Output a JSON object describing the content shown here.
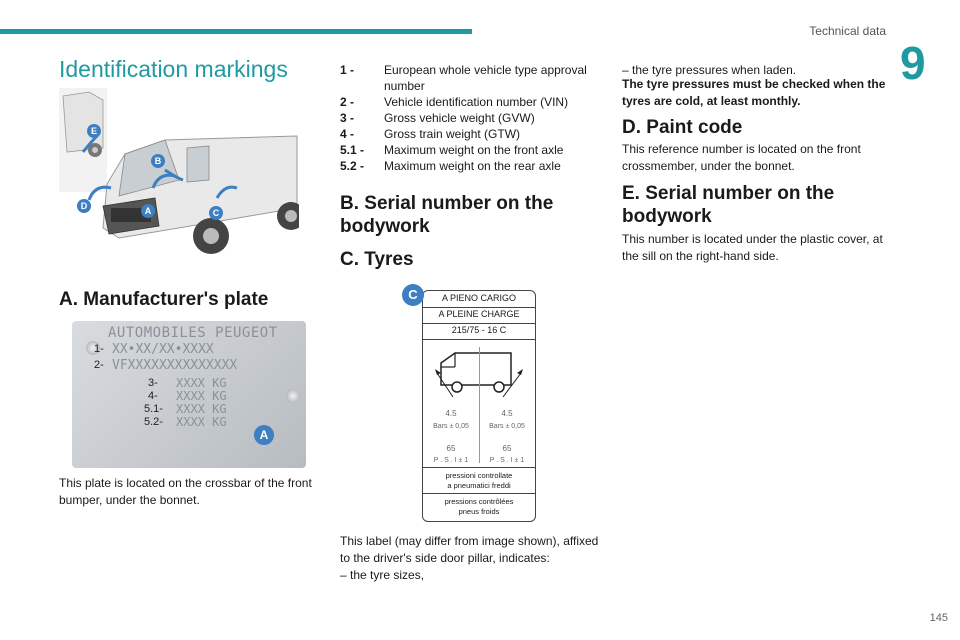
{
  "header": {
    "title": "Technical data",
    "chapter": "9",
    "page": "145"
  },
  "main_title": "Identification markings",
  "section_a": {
    "title": "A. Manufacturer's plate",
    "text": "This plate is located on the crossbar of the front bumper, under the bonnet."
  },
  "plate": {
    "brand": "AUTOMOBILES PEUGEOT",
    "rows": [
      {
        "num": "1-",
        "value": "XX•XX/XX•XXXX"
      },
      {
        "num": "2-",
        "value": "VFXXXXXXXXXXXXXX"
      },
      {
        "num": "3-",
        "value": "XXXX KG"
      },
      {
        "num": "4-",
        "value": "XXXX KG"
      },
      {
        "num": "5.1-",
        "value": "XXXX KG"
      },
      {
        "num": "5.2-",
        "value": "XXXX KG"
      }
    ],
    "badge": "A"
  },
  "van_badges": [
    "E",
    "B",
    "D",
    "A",
    "C"
  ],
  "list": [
    {
      "num": "1 -",
      "text": "European whole vehicle type approval number"
    },
    {
      "num": "2 -",
      "text": "Vehicle identification number (VIN)"
    },
    {
      "num": "3 -",
      "text": "Gross vehicle weight (GVW)"
    },
    {
      "num": "4 -",
      "text": "Gross train weight (GTW)"
    },
    {
      "num": "5.1 -",
      "text": "Maximum weight on the front axle"
    },
    {
      "num": "5.2 -",
      "text": "Maximum weight on the rear axle"
    }
  ],
  "section_b": {
    "title": "B. Serial number on the bodywork"
  },
  "section_c": {
    "title": "C. Tyres",
    "text": "This label (may differ from image shown), affixed to the driver's side door pillar, indicates:",
    "bullet1": "–  the tyre sizes,",
    "bullet2": "–  the tyre pressures when laden.",
    "warning": "The tyre pressures must be checked when the tyres are cold, at least monthly."
  },
  "tyre_label": {
    "badge": "C",
    "line1": "A  PIENO CARIGO",
    "line2": "A PLEINE  CHARGE",
    "size": "215/75  -  16 C",
    "bars_left_val": "4.5",
    "bars_right_val": "4.5",
    "bars_left": "Bars  ±  0,05",
    "bars_right": "Bars  ±  0,05",
    "psi_left_val": "65",
    "psi_right_val": "65",
    "psi_left": "P . S . I   ±  1",
    "psi_right": "P . S . I   ±  1",
    "it_note_1": "pressioni      controllate",
    "it_note_2": "a pneumatici freddi",
    "fr_note_1": "pressions contrôlées",
    "fr_note_2": "pneus froids"
  },
  "section_d": {
    "title": "D. Paint code",
    "text": "This reference number is located on the front crossmember, under the bonnet."
  },
  "section_e": {
    "title": "E. Serial number on the bodywork",
    "text": "This number is located under the plastic cover, at the sill on the right-hand side."
  },
  "colors": {
    "accent": "#1e9aa0",
    "badge": "#3d7fc1"
  }
}
